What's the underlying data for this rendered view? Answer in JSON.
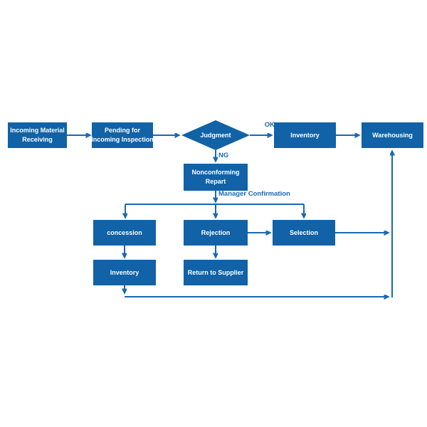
{
  "colors": {
    "background": "#FFFFFF",
    "node_fill": "#1162A6",
    "node_text": "#FFFFFF",
    "line": "#1A68B2"
  },
  "nodes": {
    "incoming_material_receiving": {
      "label": "Incoming Material Receiving",
      "lines": [
        "Incoming Material",
        "Receiving"
      ]
    },
    "pending_for_incoming_inspection": {
      "label": "Pending for Incoming Inspection",
      "lines": [
        "Pending for",
        "Incoming Inspection"
      ]
    },
    "judgment": {
      "label": "Judgment",
      "lines": [
        "Judgment"
      ],
      "shape": "diamond"
    },
    "inventory_top": {
      "label": "Inventory",
      "lines": [
        "Inventory"
      ]
    },
    "warehousing": {
      "label": "Warehousing",
      "lines": [
        "Warehousing"
      ]
    },
    "nonconforming_report": {
      "label": "Nonconforming Repart",
      "lines": [
        "Nonconforming",
        "Repart"
      ]
    },
    "concession": {
      "label": "concession",
      "lines": [
        "concession"
      ]
    },
    "rejection": {
      "label": "Rejection",
      "lines": [
        "Rejection"
      ]
    },
    "selection": {
      "label": "Selection",
      "lines": [
        "Selection"
      ]
    },
    "inventory_bottom": {
      "label": "Inventory",
      "lines": [
        "Inventory"
      ]
    },
    "return_to_supplier": {
      "label": "Return to Supplier",
      "lines": [
        "Return to Supplier"
      ]
    }
  },
  "edge_labels": {
    "ok": "OK",
    "ng": "NG",
    "manager_confirmation": "Manager Confirmation"
  },
  "edges": [
    {
      "from": "incoming_material_receiving",
      "to": "pending_for_incoming_inspection"
    },
    {
      "from": "pending_for_incoming_inspection",
      "to": "judgment"
    },
    {
      "from": "judgment",
      "to": "inventory_top",
      "label": "OK"
    },
    {
      "from": "inventory_top",
      "to": "warehousing"
    },
    {
      "from": "judgment",
      "to": "nonconforming_report",
      "label": "NG"
    },
    {
      "from": "nonconforming_report",
      "to": "concession",
      "label": "Manager Confirmation"
    },
    {
      "from": "nonconforming_report",
      "to": "rejection",
      "label": "Manager Confirmation"
    },
    {
      "from": "nonconforming_report",
      "to": "selection",
      "label": "Manager Confirmation"
    },
    {
      "from": "rejection",
      "to": "selection"
    },
    {
      "from": "concession",
      "to": "inventory_bottom"
    },
    {
      "from": "rejection",
      "to": "return_to_supplier"
    },
    {
      "from": "selection",
      "to": "warehousing"
    },
    {
      "from": "inventory_bottom",
      "to": "warehousing"
    }
  ]
}
